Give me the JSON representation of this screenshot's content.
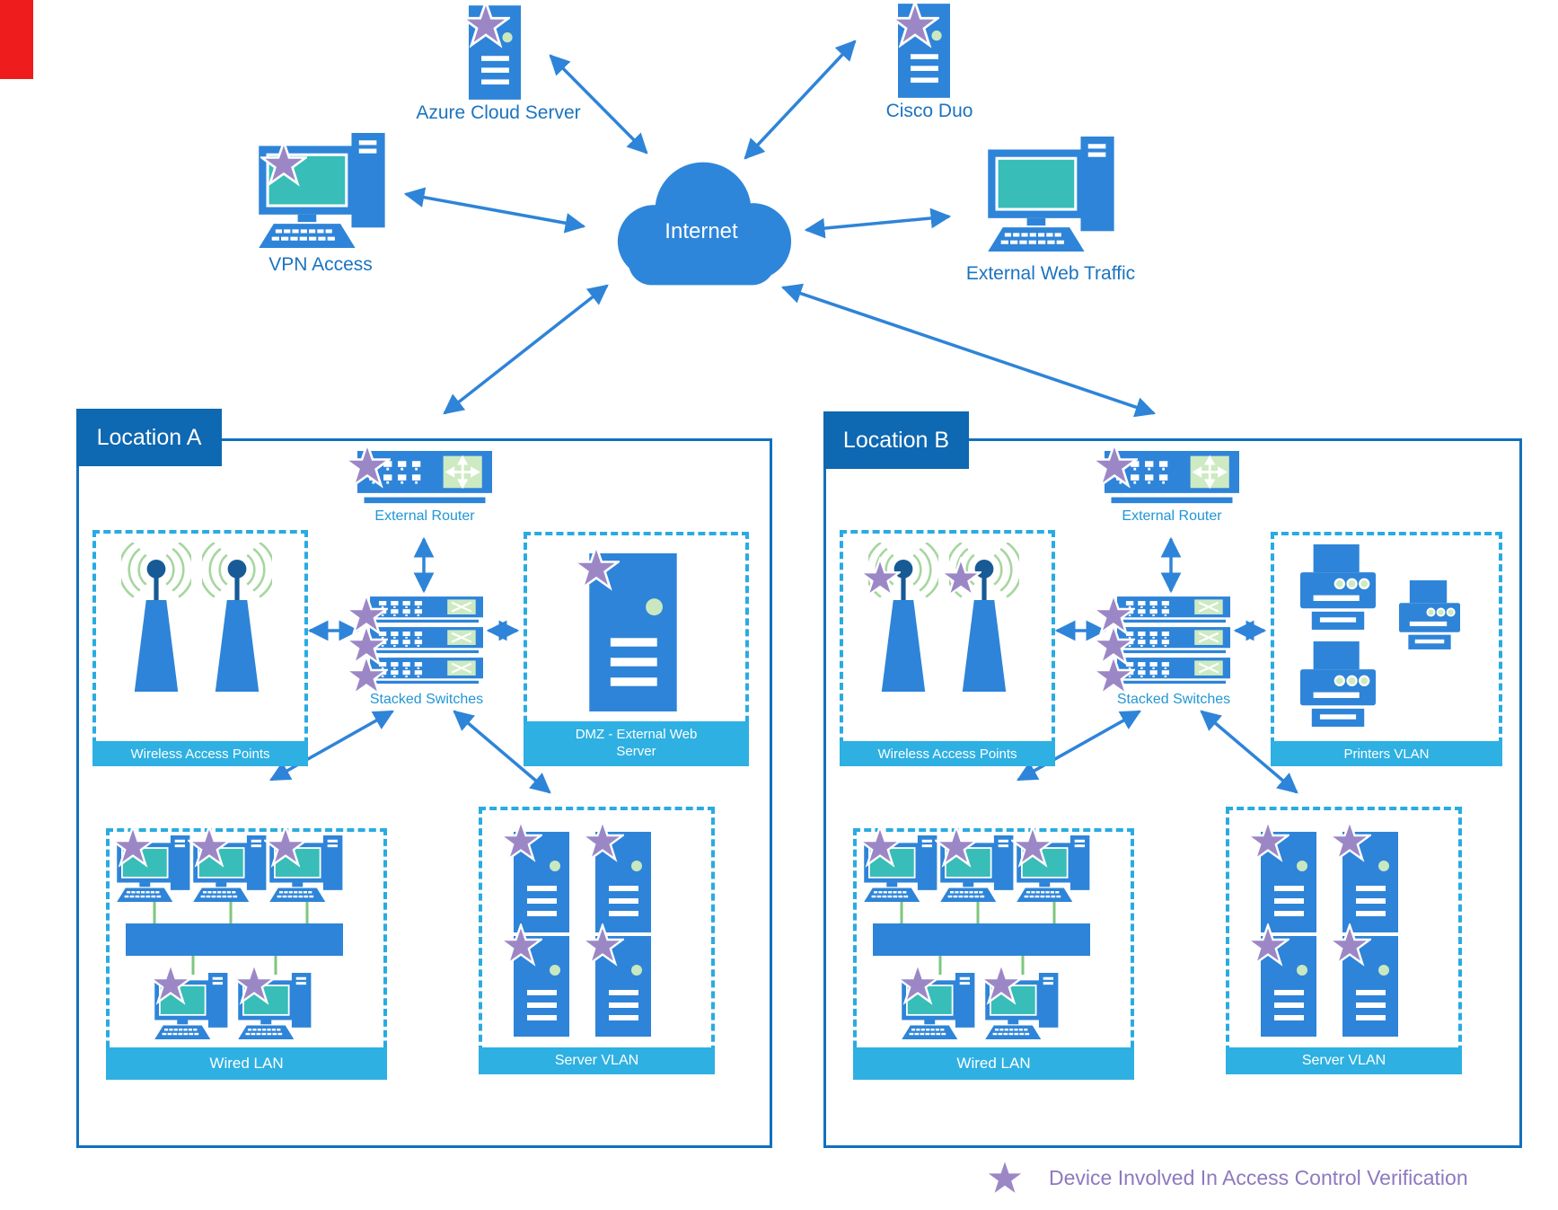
{
  "diagram": {
    "internet": "Internet",
    "nodes": {
      "azure": "Azure Cloud Server",
      "cisco_duo": "Cisco Duo",
      "vpn": "VPN Access",
      "external_web": "External Web Traffic"
    },
    "location_a": {
      "title": "Location A",
      "external_router": "External Router",
      "stacked_switches": "Stacked Switches",
      "wireless_access_points": "Wireless Access Points",
      "dmz": "DMZ - External Web Server",
      "wired_lan": "Wired LAN",
      "server_vlan": "Server VLAN"
    },
    "location_b": {
      "title": "Location B",
      "external_router": "External Router",
      "stacked_switches": "Stacked Switches",
      "wireless_access_points": "Wireless Access Points",
      "printers_vlan": "Printers VLAN",
      "wired_lan": "Wired LAN",
      "server_vlan": "Server VLAN"
    },
    "legend": "Device Involved In Access Control Verification",
    "colors": {
      "device_blue": "#2e84d8",
      "header_blue": "#0e68b2",
      "label_bar_cyan": "#2eb0e2",
      "dashed_cyan": "#29abe2",
      "screen_teal": "#38bdb8",
      "accent_green": "#cdeac2",
      "wave_green": "#a6d69e",
      "star_purple": "#9c87c6",
      "legend_text_purple": "#8d79c0",
      "node_label_blue": "#1b74c0"
    }
  }
}
